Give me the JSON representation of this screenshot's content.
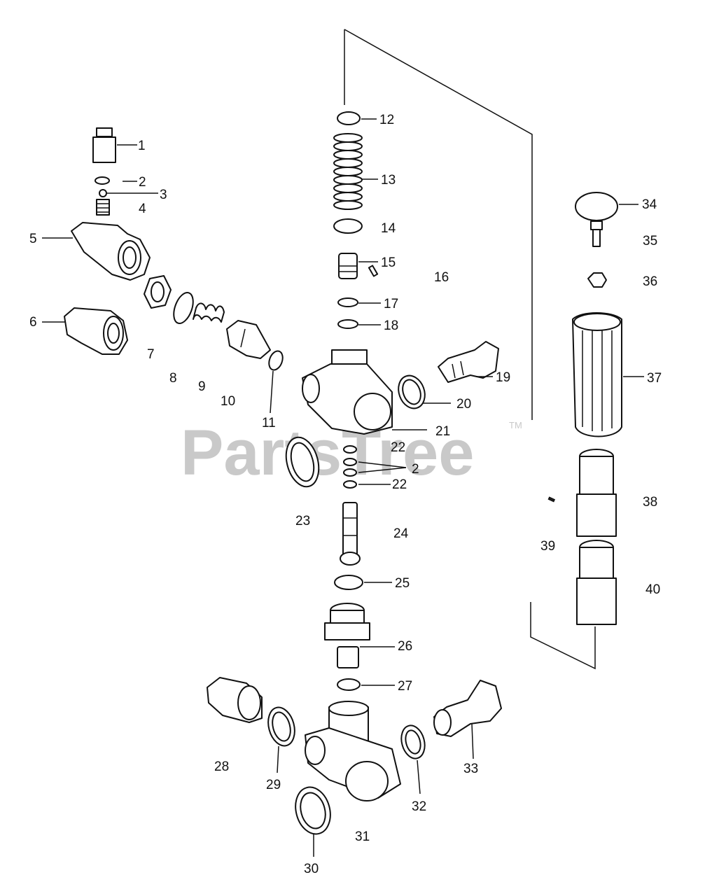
{
  "watermark": {
    "text": "PartsTree",
    "trademark": "TM"
  },
  "callouts": {
    "c1": "1",
    "c2": "2",
    "c3": "3",
    "c4": "4",
    "c5": "5",
    "c6": "6",
    "c7": "7",
    "c8": "8",
    "c9": "9",
    "c10": "10",
    "c11": "11",
    "c12": "12",
    "c13": "13",
    "c14": "14",
    "c15": "15",
    "c16": "16",
    "c17": "17",
    "c18": "18",
    "c19": "19",
    "c20": "20",
    "c21": "21",
    "c22a": "22",
    "c2b": "2",
    "c22b": "22",
    "c23": "23",
    "c24": "24",
    "c25": "25",
    "c26": "26",
    "c27": "27",
    "c28": "28",
    "c29": "29",
    "c30": "30",
    "c31": "31",
    "c32": "32",
    "c33": "33",
    "c34": "34",
    "c35": "35",
    "c36": "36",
    "c37": "37",
    "c38": "38",
    "c39": "39",
    "c40": "40"
  }
}
